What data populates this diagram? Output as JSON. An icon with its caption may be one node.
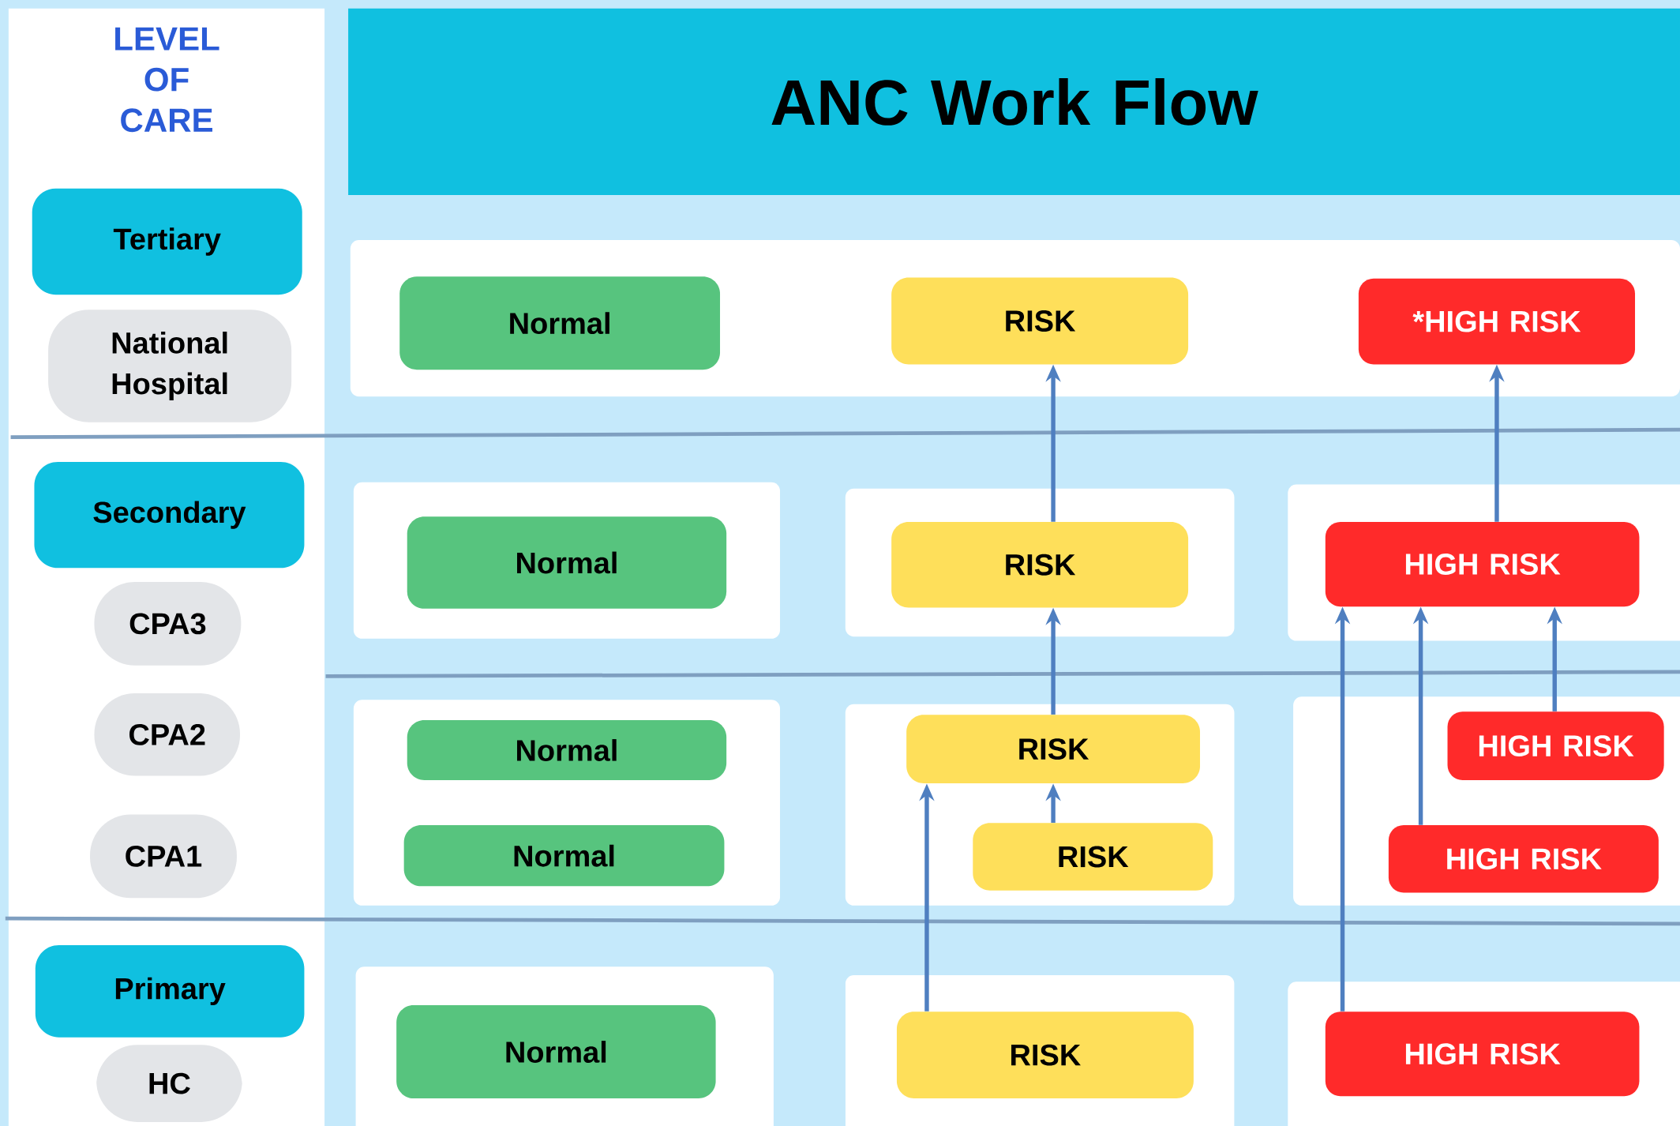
{
  "diagram": {
    "nodes": [
      {
        "text": [
          "ANC Work Flow"
        ]
      },
      {
        "text": [
          "LEVEL OF CARE"
        ]
      },
      {
        "text": [
          "Tertiary"
        ],
        "in": 1
      },
      {
        "text": [
          "National Hospital"
        ],
        "in": 1
      },
      {
        "text": [
          "Secondary"
        ],
        "in": 1
      },
      {
        "text": [
          "CPA3"
        ],
        "in": 1
      },
      {
        "text": [
          "CPA2"
        ],
        "in": 1
      },
      {
        "text": [
          "CPA1"
        ],
        "in": 1
      },
      {
        "text": [
          "Primary"
        ],
        "in": 1
      },
      {
        "text": [
          "HC"
        ],
        "in": 1
      },
      {
        "text": [],
        "shape": "box"
      },
      {
        "text": [
          "Normal"
        ],
        "in": 10
      },
      {
        "text": [
          "RISK"
        ],
        "in": 10
      },
      {
        "text": [
          "*HIGH RISK"
        ],
        "in": 10
      },
      {
        "text": [],
        "shape": "box"
      },
      {
        "text": [
          "Normal"
        ],
        "in": 14
      },
      {
        "text": [],
        "shape": "box"
      },
      {
        "text": [
          "RISK"
        ],
        "in": 16
      },
      {
        "text": [],
        "shape": "box"
      },
      {
        "text": [
          "HIGH RISK"
        ],
        "in": 18
      },
      {
        "text": [],
        "shape": "box"
      },
      {
        "text": [
          "Normal"
        ],
        "in": 20
      },
      {
        "text": [
          "Normal"
        ],
        "in": 20
      },
      {
        "text": [],
        "shape": "box"
      },
      {
        "text": [
          "RISK"
        ],
        "in": 23
      },
      {
        "text": [
          "RISK"
        ],
        "in": 23
      },
      {
        "text": [],
        "shape": "box"
      },
      {
        "text": [
          "HIGH RISK"
        ],
        "in": 26
      },
      {
        "text": [
          "HIGH RISK"
        ],
        "in": 26
      },
      {
        "text": [],
        "shape": "box"
      },
      {
        "text": [
          "Normal"
        ],
        "in": 29
      },
      {
        "text": [],
        "shape": "box"
      },
      {
        "text": [
          "RISK"
        ],
        "in": 31
      },
      {
        "text": [],
        "shape": "box"
      },
      {
        "text": [
          "HIGH RISK"
        ],
        "in": 33
      }
    ],
    "edges": [
      {
        "from": 17,
        "to": 12,
        "arrow": "to"
      },
      {
        "from": 19,
        "to": 13,
        "arrow": "to"
      },
      {
        "from": 24,
        "to": 17,
        "arrow": "to"
      },
      {
        "from": 25,
        "to": 24,
        "arrow": "to"
      },
      {
        "from": 32,
        "to": 24,
        "arrow": "to"
      },
      {
        "from": 27,
        "to": 19,
        "arrow": "to"
      },
      {
        "from": 28,
        "to": 19,
        "arrow": "to"
      },
      {
        "from": 34,
        "to": 19,
        "arrow": "to"
      }
    ]
  }
}
